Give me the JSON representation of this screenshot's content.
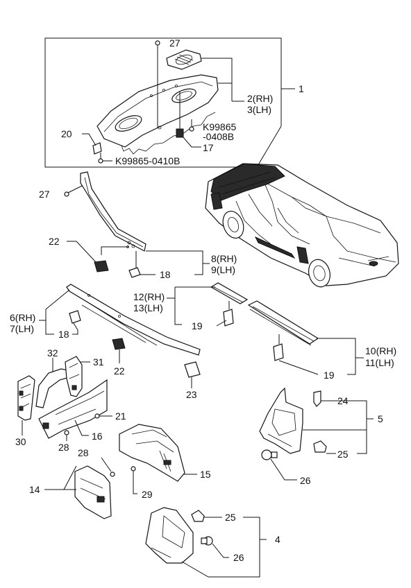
{
  "labels": {
    "c1": "1",
    "c2rh": "2(RH)",
    "c3lh": "3(LH)",
    "c27a": "27",
    "k1a": "K99865",
    "k1b": "-0408B",
    "c17": "17",
    "c20": "20",
    "k2": "K99865-0410B",
    "c27b": "27",
    "c22a": "22",
    "c8rh": "8(RH)",
    "c9lh": "9(LH)",
    "c18a": "18",
    "c12rh": "12(RH)",
    "c13lh": "13(LH)",
    "c19a": "19",
    "c6rh": "6(RH)",
    "c7lh": "7(LH)",
    "c18b": "18",
    "c22b": "22",
    "c10rh": "10(RH)",
    "c11lh": "11(LH)",
    "c19b": "19",
    "c23": "23",
    "c32": "32",
    "c31": "31",
    "c21": "21",
    "c16": "16",
    "c30": "30",
    "c28a": "28",
    "c24": "24",
    "c5": "5",
    "c25a": "25",
    "c26a": "26",
    "c28b": "28",
    "c15": "15",
    "c14": "14",
    "c29": "29",
    "c25b": "25",
    "c4": "4",
    "c26b": "26"
  }
}
